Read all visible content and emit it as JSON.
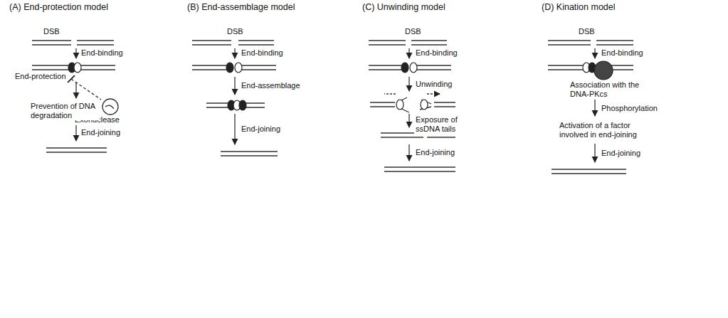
{
  "diagram": {
    "labels": [
      "(A) End-protection model",
      "DSB",
      "End-binding",
      "End-protection",
      "Exonuclease",
      "Prevention of DNA degradation",
      "End-joining",
      "(B) End-assemblage model",
      "DSB",
      "End-binding",
      "End-assemblage",
      "End-joining",
      "(C) Unwinding model",
      "DSB",
      "End-binding",
      "Unwinding",
      "Exposure of ssDNA tails",
      "End-joining",
      "(D) Kination model",
      "DSB",
      "End-binding",
      "Association with the DNA-PKcs",
      "Phosphorylation",
      "Activation of a factor involved in end-joining",
      "End-joining"
    ]
  }
}
